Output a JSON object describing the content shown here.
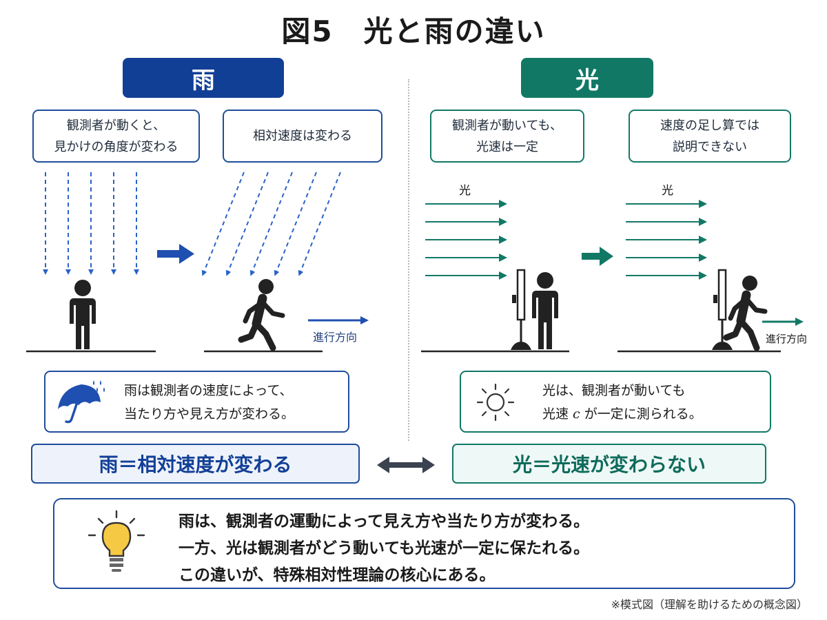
{
  "title": "図5　光と雨の違い",
  "rain": {
    "header": "雨",
    "label1_line1": "観測者が動くと、",
    "label1_line2": "見かけの角度が変わる",
    "label2": "相対速度は変わる",
    "direction": "進行方向",
    "info_line1": "雨は観測者の速度によって、",
    "info_line2": "当たり方や見え方が変わる。",
    "equation": "雨＝相対速度が変わる"
  },
  "light": {
    "header": "光",
    "label1_line1": "観測者が動いても、",
    "label1_line2": "光速は一定",
    "label2_line1": "速度の足し算では",
    "label2_line2": "説明できない",
    "ray_label": "光",
    "direction": "進行方向",
    "info_line1": "光は、観測者が動いても",
    "info_line2_pre": "光速 ",
    "info_line2_c": "c",
    "info_line2_post": " が一定に測られる。",
    "equation": "光＝光速が変わらない"
  },
  "summary": {
    "line1": "雨は、観測者の運動によって見え方や当たり方が変わる。",
    "line2": "一方、光は観測者がどう動いても光速が一定に保たれる。",
    "line3": "この違いが、特殊相対性理論の核心にある。"
  },
  "note": "※模式図（理解を助けるための概念図）",
  "colors": {
    "rain": "#123f96",
    "light": "#127866",
    "figure": "#222222"
  },
  "icons": [
    "umbrella-icon",
    "sun-icon",
    "lightbulb-icon",
    "double-arrow-icon",
    "right-arrow-icon",
    "mirror-icon"
  ]
}
